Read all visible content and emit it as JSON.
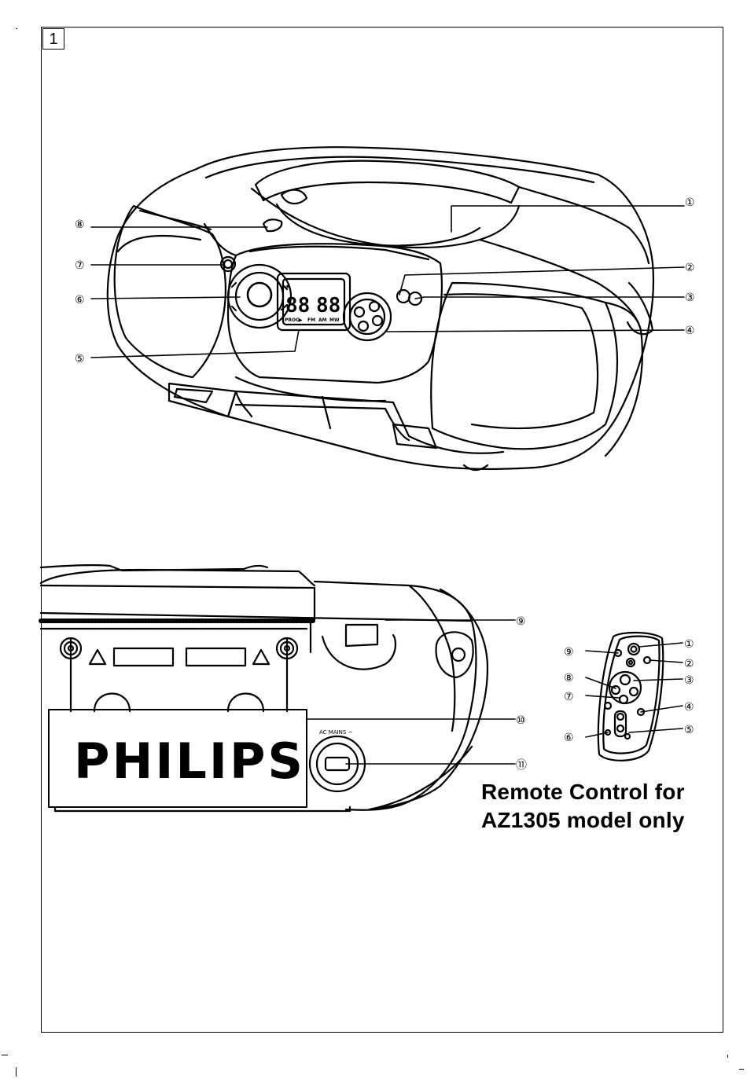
{
  "figure": {
    "number": "1"
  },
  "front_callouts": [
    {
      "id": "c1",
      "label": "①"
    },
    {
      "id": "c2",
      "label": "②"
    },
    {
      "id": "c3",
      "label": "③"
    },
    {
      "id": "c4",
      "label": "④"
    },
    {
      "id": "c5",
      "label": "⑤"
    },
    {
      "id": "c6",
      "label": "⑥"
    },
    {
      "id": "c7",
      "label": "⑦"
    },
    {
      "id": "c8",
      "label": "⑧"
    }
  ],
  "rear_callouts": [
    {
      "id": "c9",
      "label": "⑨"
    },
    {
      "id": "c10",
      "label": "⑩"
    },
    {
      "id": "c11",
      "label": "⑪"
    }
  ],
  "remote_callouts": [
    {
      "id": "r1",
      "label": "①"
    },
    {
      "id": "r2",
      "label": "②"
    },
    {
      "id": "r3",
      "label": "③"
    },
    {
      "id": "r4",
      "label": "④"
    },
    {
      "id": "r5",
      "label": "⑤"
    },
    {
      "id": "r6",
      "label": "⑥"
    },
    {
      "id": "r7",
      "label": "⑦"
    },
    {
      "id": "r8",
      "label": "⑧"
    },
    {
      "id": "r9",
      "label": "⑨"
    }
  ],
  "display": {
    "digits_left": "88",
    "digits_right": "88",
    "indicators": [
      "PROG",
      "▶",
      "FM",
      "AM",
      "MW"
    ]
  },
  "rear": {
    "brand": "PHILIPS",
    "ac_label": "AC MAINS ~"
  },
  "caption": {
    "line1": "Remote Control for",
    "line2": "AZ1305 model only"
  }
}
